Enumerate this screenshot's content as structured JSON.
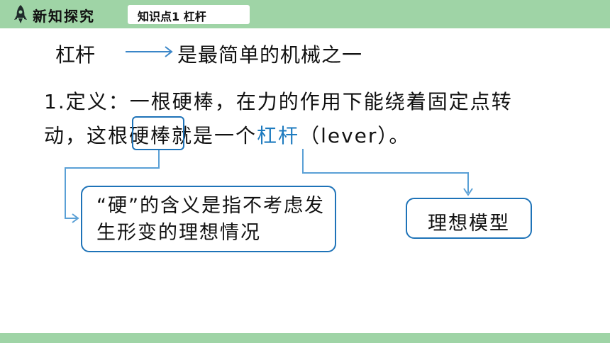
{
  "header": {
    "section_title": "新知探究",
    "tag_label": "知识点1  杠杆",
    "icon": "rocket-icon",
    "bar_color": "#9fd4a6"
  },
  "intro": {
    "term": "杠杆",
    "description": "是最简单的机械之一"
  },
  "definition": {
    "line1": "1.定义：一根硬棒，在力的作用下能绕着固定点转",
    "line2_before": "动，这根",
    "line2_highlight": "硬棒",
    "line2_mid": "就是一个",
    "line2_term": "杠杆",
    "line2_after": "（lever）。"
  },
  "callouts": {
    "meaning": "“硬”的含义是指不考虑发生形变的理想情况",
    "model": "理想模型"
  },
  "colors": {
    "accent_blue": "#1e7bbf",
    "box_border": "#1e73b8",
    "arrow_color": "#5aa0d6"
  }
}
